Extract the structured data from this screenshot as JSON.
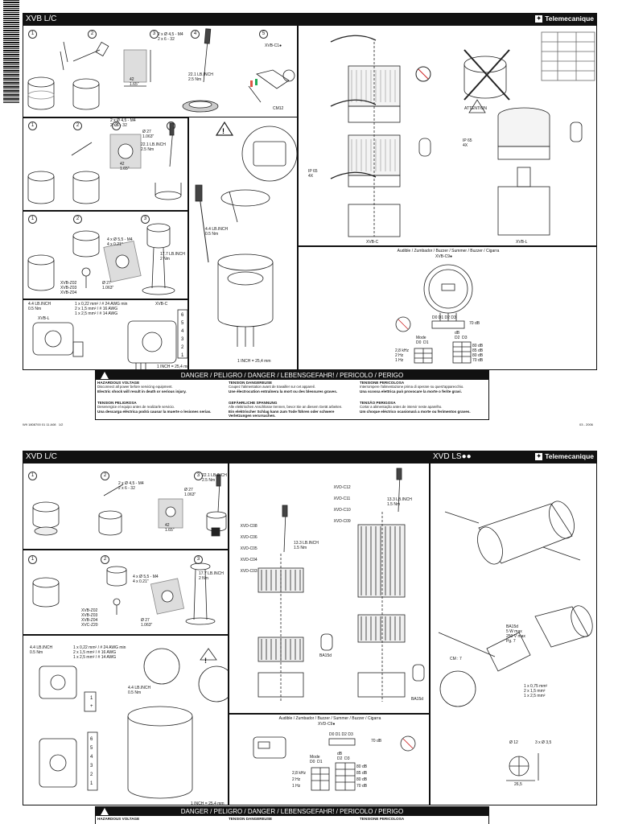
{
  "top": {
    "title": "XVB L/C",
    "brand": "Telemecanique",
    "p1_screw": "2 x Ø 4,5 - M4\n2 x 6 - 32",
    "p1_dim": "42\n1.65\"",
    "p1_torque": "22.1 LB.INCH\n2.5 Nm",
    "p1_code": "XVB-C1●",
    "p1_cm": "CM12",
    "p2_screw": "2 x Ø 4,5 - M4\n2 x 6 - 32",
    "p2_dia": "Ø 27\n1.063\"",
    "p2_dim": "42\n1.65\"",
    "p2_torque": "22.1 LB.INCH\n2.5 Nm",
    "p3_screw": "4 x Ø 5,5 - M4\n4 x 0.21\"",
    "p3_dia": "Ø 27\n1.063\"",
    "p3_torque": "17.7 LB.INCH\n2 Nm",
    "p3_codes": "XVB-Z02\nXVB-Z03\nXVB-Z04",
    "p4_torque": "4.4 LB.INCH\n0.5 Nm",
    "p4_wire": "1 x 0,22 mm² / # 24 AWG min\n2 x 1,5 mm² / # 16 AWG\n1 x 2,5 mm² / # 14 AWG",
    "p4_codes_l": "XVB-L",
    "p4_codes_c": "XVB-C",
    "p4_inch": "1 INCH = 25,4 mm",
    "center_torque": "4.4 LB.INCH\n0.5 Nm",
    "ip": "IP 65\n4X",
    "ip2": "IP 65\n4X",
    "label_c": "XVB-C",
    "label_l": "XVB-L",
    "attention": "ATTENTION",
    "buzzer_title": "Audible / Zumbador / Buzzer / Summer / Buzzer / Cigarra",
    "buzzer_code": "XVB-C9●",
    "buzzer_db": "70 dB",
    "buzzer_mode": "Mode\nD0  D1",
    "buzzer_dip": "D0 D1 D2 D3",
    "buzzer_dbhdr": "dB\nD2  D3",
    "buzzer_rows": [
      "2,8 kHz",
      "2 Hz",
      "1 Hz"
    ],
    "buzzer_db_rows": [
      "80 dB",
      "85 dB",
      "80 dB",
      "70 dB"
    ],
    "footer_left": "W9 1808700 01 11 A08   1/2",
    "footer_right": "03 - 2006",
    "danger": "DANGER / PELIGRO / DANGER / LEBENSGEFAHR! / PERICOLO / PERIGO",
    "cells": [
      {
        "h": "HAZARDOUS VOLTAGE",
        "l1": "Disconnect all power before servicing equipment.",
        "l2": "Electric shock will result in death or serious injury."
      },
      {
        "h": "TENSION DANGEREUSE",
        "l1": "Coupez l'alimentation avant de travailler sur cet appareil.",
        "l2": "Une électrocution entraînera la mort ou des blessures graves."
      },
      {
        "h": "TENSIONE PERICOLOSA",
        "l1": "Interrompere l'alimentazione prima di operare su quest'apparecchio.",
        "l2": "Una scossa elettrica può provocare la morte o ferite gravi."
      },
      {
        "h": "TENSION PELIGROSA",
        "l1": "Desenergice el equipo antes de realizarle servicio.",
        "l2": "Una descarga eléctrica podrá causar la muerte o lesiones serias."
      },
      {
        "h": "GEFÄHRLICHE SPANNUNG",
        "l1": "Alle elektrischen Anschlüsse trennen, bevor Sie an diesem Gerät arbeiten.",
        "l2": "Ein elektrischer Schlag kann zum Tode führen oder schwere Verletzungen verursachen."
      },
      {
        "h": "TENSÃO PERIGOSA",
        "l1": "Cortar a alimentação antes de intervir neste aparelho.",
        "l2": "Um choque eléctrico ocasionará a morte ou ferimentos graves."
      }
    ]
  },
  "bottom": {
    "title": "XVD L/C",
    "title2": "XVD LS●●",
    "brand": "Telemecanique",
    "p1_screw": "2 x Ø 4,5 - M4\n2 x 6 - 32",
    "p1_dia": "Ø 27\n1.063\"",
    "p1_dim": "42\n1.65\"",
    "p1_torque": "22.1 LB.INCH\n2.5 Nm",
    "p2_screw": "4 x Ø 5,5 - M4\n4 x 0.21\"",
    "p2_dia": "Ø 27\n1.063\"",
    "p2_torque": "17.7 LB.INCH\n2 Nm",
    "p2_codes": "XVB-Z02\nXVB-Z03\nXVB-Z04\nXVC-Z20",
    "p3_torque_l": "4.4 LB.INCH\n0.5 Nm",
    "p3_wire": "1 x 0,22 mm² / # 24 AWG min\n2 x 1,5 mm² / # 16 AWG\n1 x 2,5 mm² / # 14 AWG",
    "p3_torque_c": "4.4 LB.INCH\n0.5 Nm",
    "p3_inch": "1 INCH = 25,4 mm",
    "codes_left": [
      "XVD-C08",
      "XVD-C06",
      "XVD-C05",
      "XVD-C04",
      "XVD-C03"
    ],
    "codes_right": [
      "XVD-C12",
      "XVD-C11",
      "XVD-C10",
      "XVD-C09"
    ],
    "torque_left": "13.3 LB.INCH\n1.5 Nm",
    "torque_right": "13.3 LB.INCH\n1.5 Nm",
    "bulb": "BA15d",
    "bulb2": "BA15d",
    "buzzer_title": "Audible / Zumbador / Buzzer / Summer / Buzzer / Cigarra",
    "buzzer_code": "XVD-C9●",
    "buzzer_db": "70 dB",
    "buzzer_dip": "D0 D1 D2 D3",
    "buzzer_mode": "Mode\nD0  D1",
    "buzzer_dbhdr": "dB\nD2  D3",
    "buzzer_rows": [
      "2,8 kHz",
      "2 Hz",
      "1 Hz"
    ],
    "buzzer_db_rows": [
      "80 dB",
      "85 dB",
      "80 dB",
      "70 dB"
    ],
    "ls_bulb": "BA15d\n5 W max\n250 V max\nPg. 7",
    "ls_cm": "CM : 7",
    "ls_wire": "1 x 0,75 mm²\n2 x 1,5 mm²\n1 x 2,5 mm²",
    "ls_dim1": "Ø 12",
    "ls_dim2": "3 x Ø 3,5",
    "ls_dim3": "26,5",
    "danger": "DANGER / PELIGRO / DANGER / LEBENSGEFAHR! / PERICOLO / PERIGO",
    "cells": [
      {
        "h": "HAZARDOUS VOLTAGE"
      },
      {
        "h": "TENSION DANGEREUSE"
      },
      {
        "h": "TENSIONE PERICOLOSA"
      }
    ]
  },
  "icons": [
    "warning-triangle-icon",
    "screwdriver-icon",
    "hammer-icon",
    "no-tools-icon",
    "padlock-icon",
    "telemecanique-logo-icon"
  ]
}
